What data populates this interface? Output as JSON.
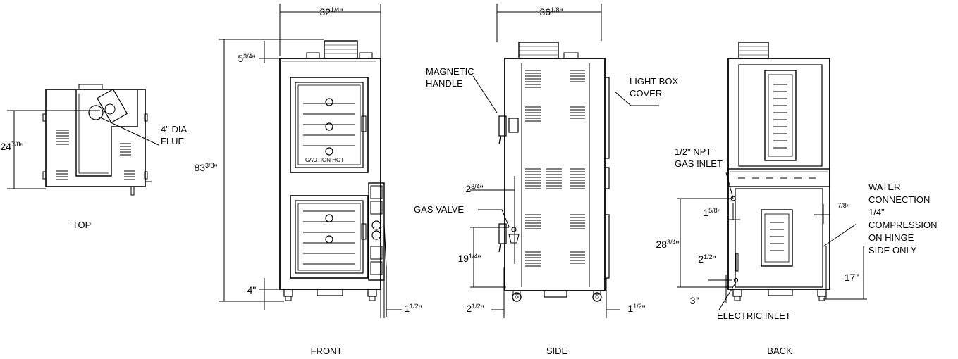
{
  "views": {
    "top": "TOP",
    "front": "FRONT",
    "side": "SIDE",
    "back": "BACK"
  },
  "callouts": {
    "flue": [
      "4\" DIA",
      "FLUE"
    ],
    "caution": "CAUTION  HOT",
    "magnetic_handle": [
      "MAGNETIC",
      "HANDLE"
    ],
    "light_box_cover": [
      "LIGHT BOX",
      "COVER"
    ],
    "gas_valve": "GAS VALVE",
    "gas_inlet": [
      "1/2\" NPT",
      "GAS INLET"
    ],
    "water_connection": [
      "WATER",
      "CONNECTION",
      "1/4\"",
      "COMPRESSION",
      "ON HINGE",
      "SIDE ONLY"
    ],
    "electric_inlet": "ELECTRIC INLET"
  },
  "dimensions": {
    "top_depth": {
      "whole": "24",
      "frac": "7/8",
      "unit": "\""
    },
    "front_width": {
      "whole": "32",
      "frac": "1/4",
      "unit": "\""
    },
    "front_top": {
      "whole": "5",
      "frac": "3/4",
      "unit": "\""
    },
    "front_height": {
      "whole": "83",
      "frac": "3/8",
      "unit": "\""
    },
    "front_bottom": {
      "text": "4\""
    },
    "front_right": {
      "whole": "1",
      "frac": "1/2",
      "unit": "\""
    },
    "side_width": {
      "whole": "36",
      "frac": "1/8",
      "unit": "\""
    },
    "side_left": {
      "whole": "2",
      "frac": "3/4",
      "unit": "\""
    },
    "side_valve_h": {
      "whole": "19",
      "frac": "1/4",
      "unit": "\""
    },
    "side_bottom_left": {
      "whole": "2",
      "frac": "1/2",
      "unit": "\""
    },
    "side_bottom_right": {
      "whole": "1",
      "frac": "1/2",
      "unit": "\""
    },
    "back_gas_offset": {
      "whole": "1",
      "frac": "5/8",
      "unit": "\""
    },
    "back_water_offset": {
      "whole": "",
      "frac": "7/8",
      "unit": "\""
    },
    "back_gas_height": {
      "whole": "28",
      "frac": "3/4",
      "unit": "\""
    },
    "back_elec_offset": {
      "whole": "2",
      "frac": "1/2",
      "unit": "\""
    },
    "back_elec_height": {
      "text": "3\""
    },
    "back_water_height": {
      "text": "17\""
    }
  }
}
